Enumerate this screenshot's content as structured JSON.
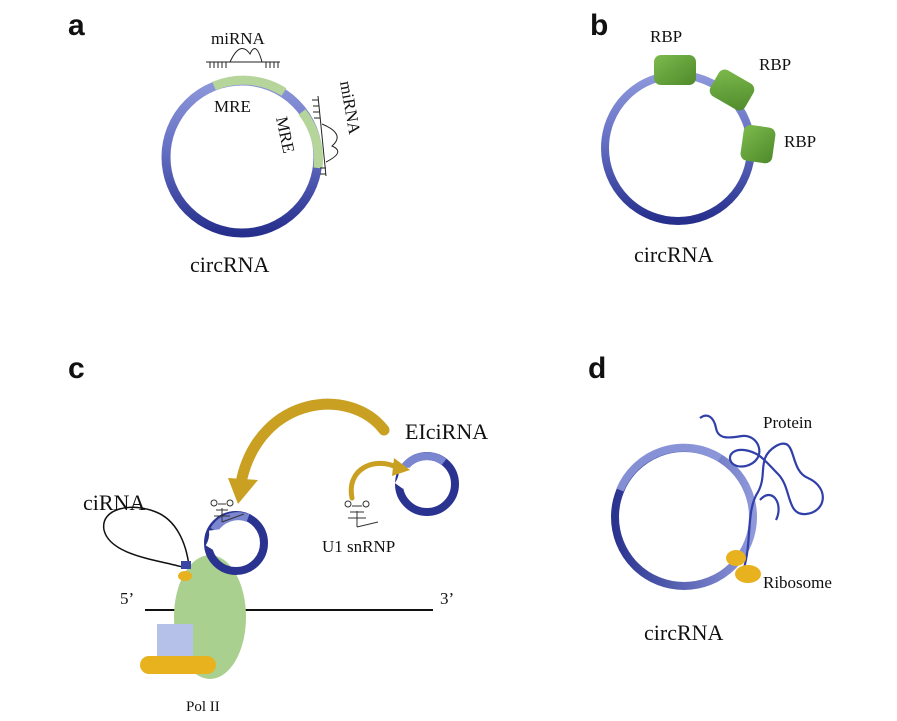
{
  "panels": {
    "a": {
      "letter": "a",
      "mirna_top": "miRNA",
      "mirna_right": "miRNA",
      "mre_top": "MRE",
      "mre_right": "MRE",
      "circ": "circRNA"
    },
    "b": {
      "letter": "b",
      "rbp_1": "RBP",
      "rbp_2": "RBP",
      "rbp_3": "RBP",
      "circ": "circRNA"
    },
    "c": {
      "letter": "c",
      "elcirna": "EIciRNA",
      "cirna": "ciRNA",
      "u1": "U1 snRNP",
      "five_prime": "5’",
      "three_prime": "3’",
      "pol": "Pol II"
    },
    "d": {
      "letter": "d",
      "protein": "Protein",
      "ribosome": "Ribosome",
      "circ": "circRNA"
    }
  },
  "colors": {
    "ring_light": "#7B86D0",
    "ring_dark": "#2A3490",
    "mre_green": "#B5D59A",
    "rbp_green": "#5E9E34",
    "polii_green": "#A9D08E",
    "polii_square": "#B5C1E8",
    "gold": "#E8B21E",
    "arrow_gold": "#C9A022",
    "protein_blue": "#3140A8"
  }
}
